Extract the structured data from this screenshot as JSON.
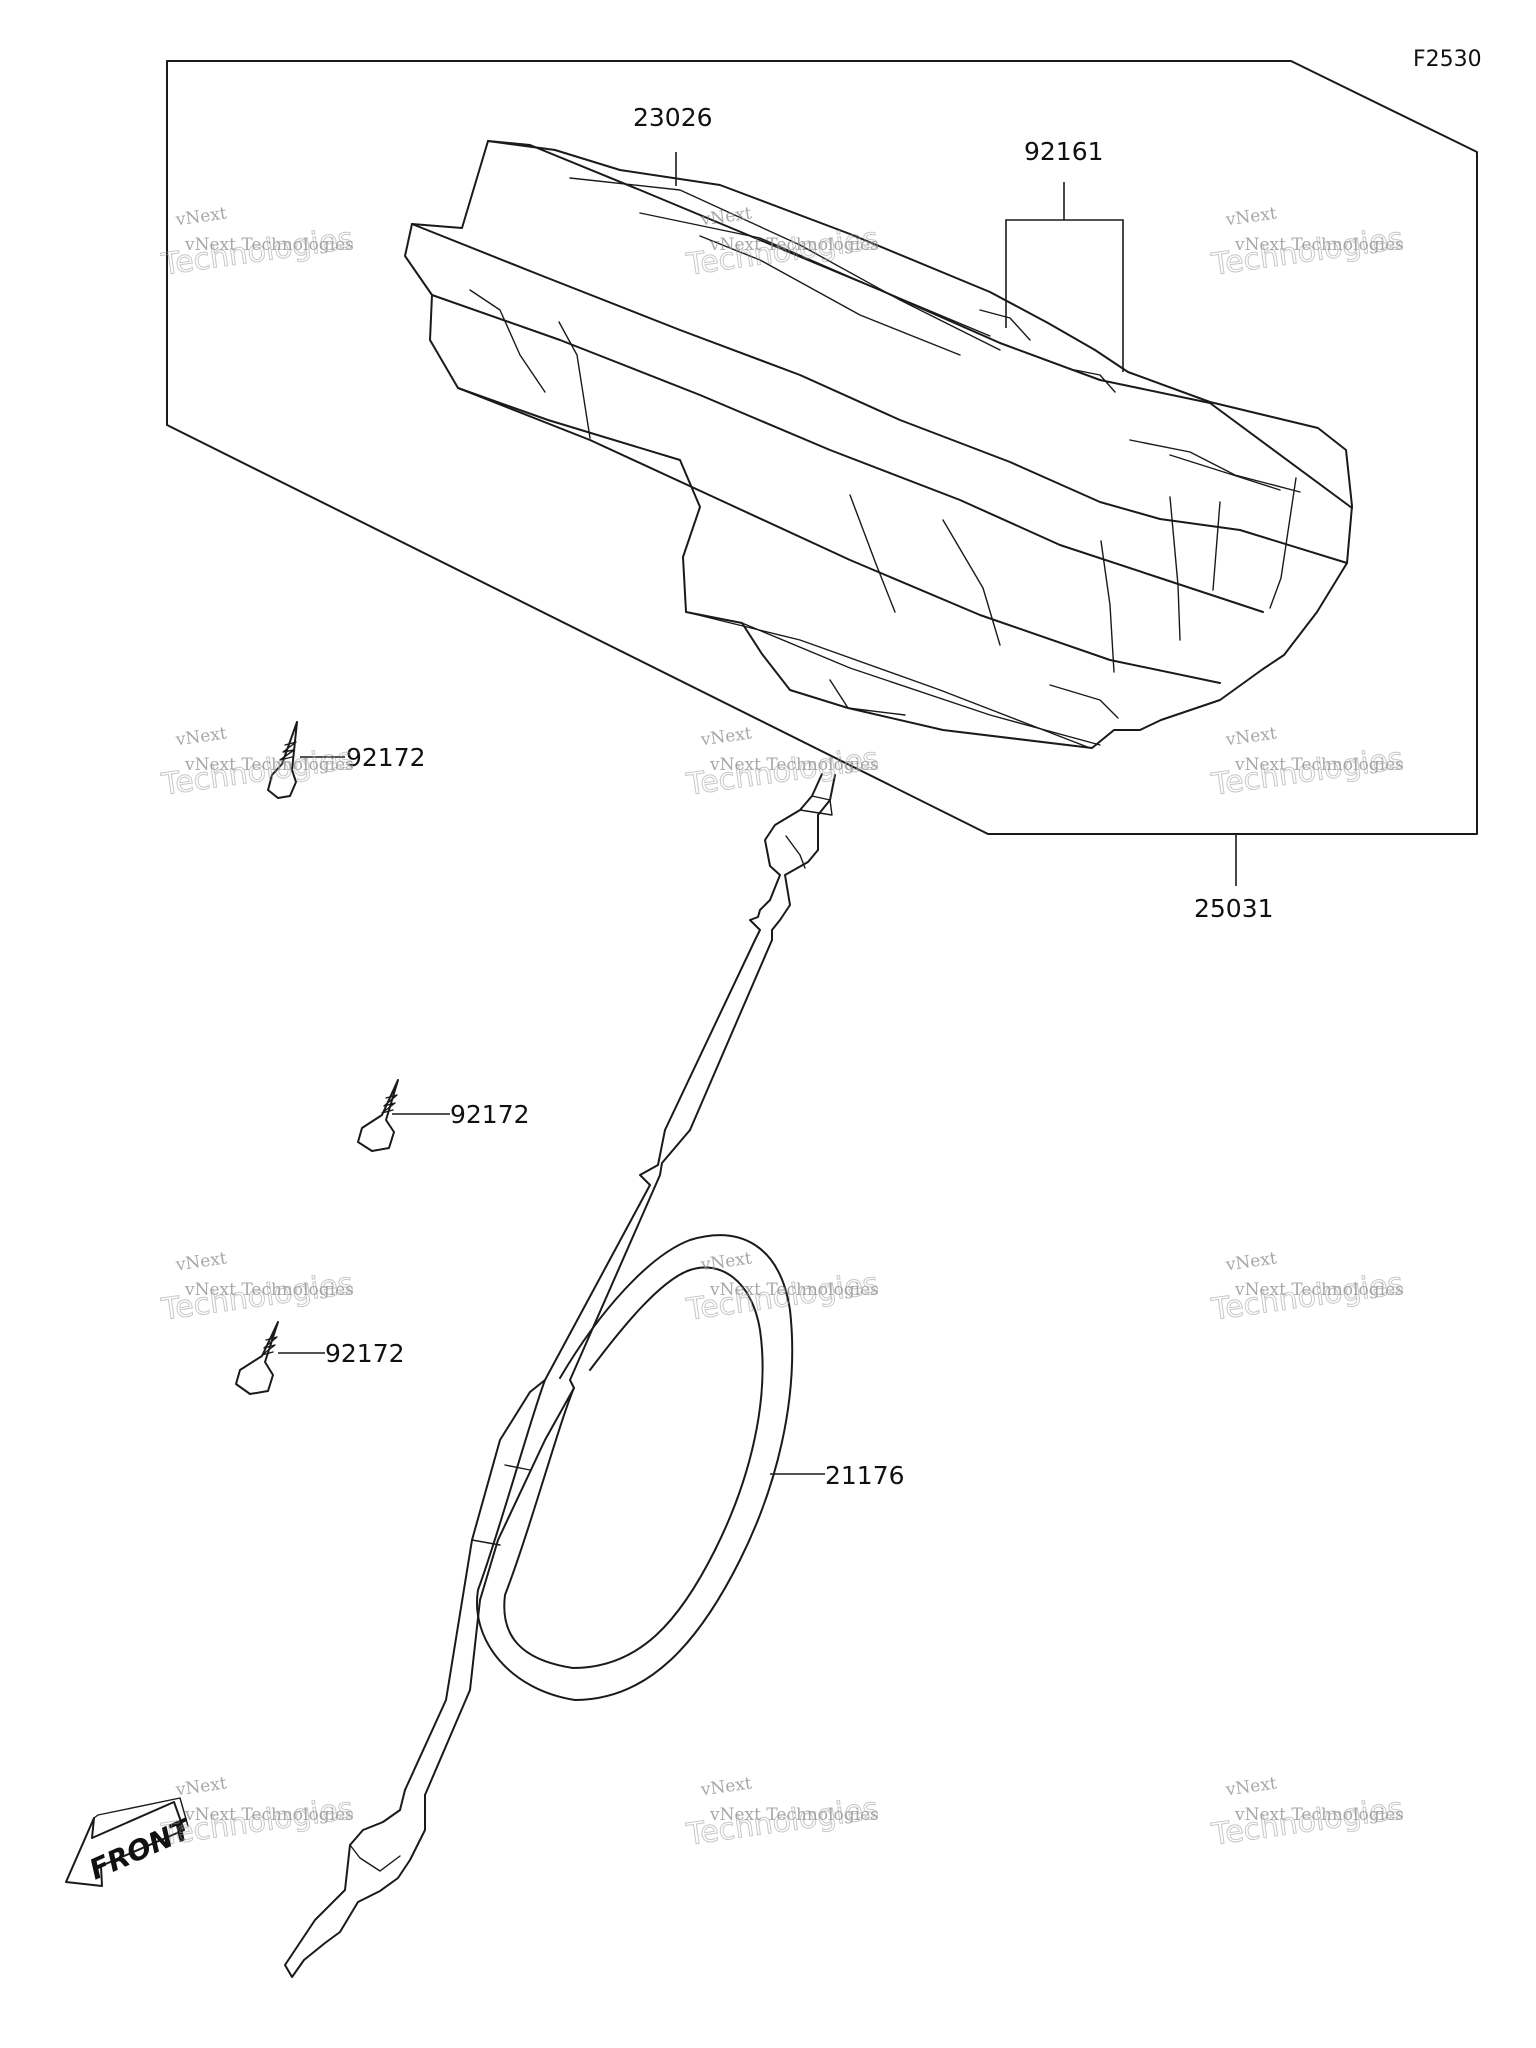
{
  "figure_id": "F2530",
  "callouts": {
    "meter_assembly": "23026",
    "screw_top": "92161",
    "meter_case": "25031",
    "bolt_a": "92172",
    "bolt_b": "92172",
    "bolt_c": "92172",
    "cable": "21176"
  },
  "front_label": "FRONT",
  "watermark": {
    "line1": "vNext",
    "line2": "vNext Technologies",
    "line3": "Technologies"
  }
}
